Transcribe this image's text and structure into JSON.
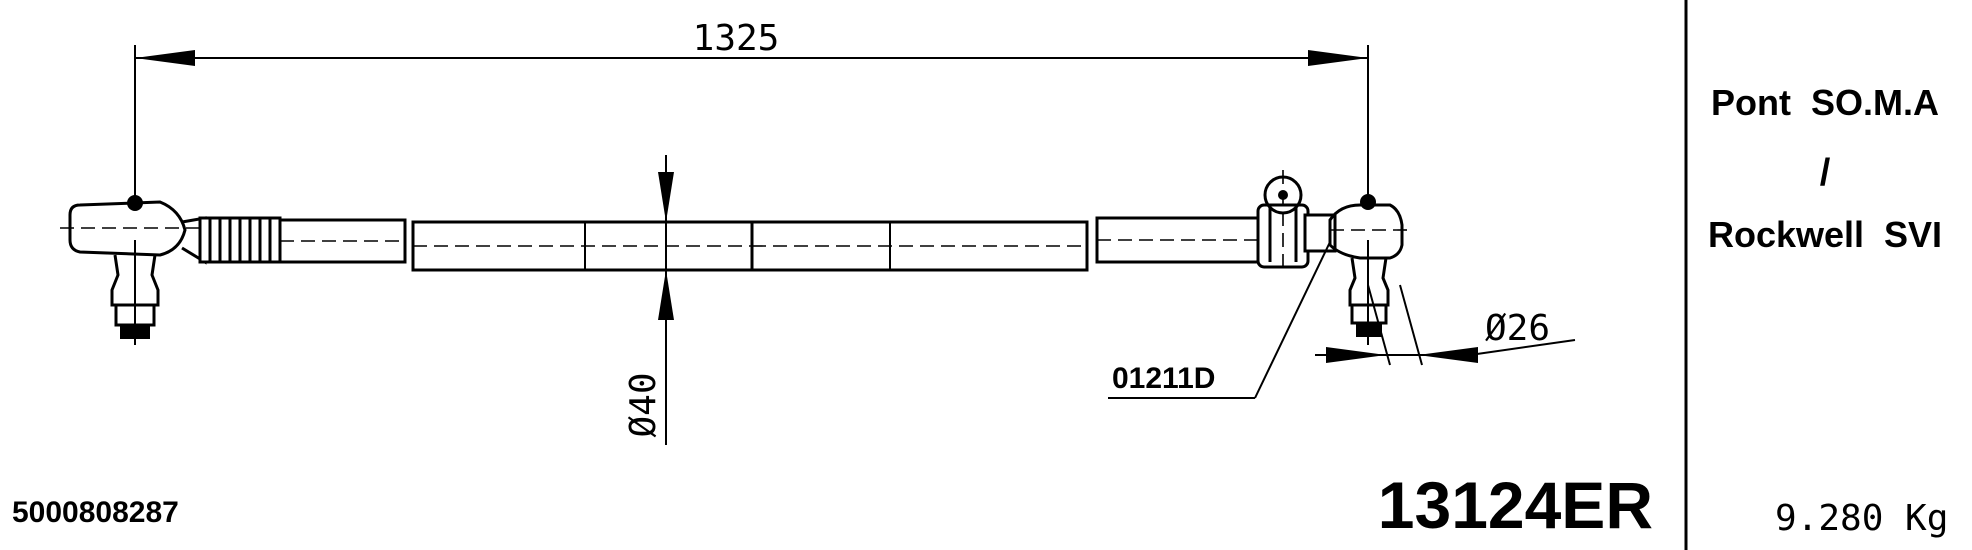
{
  "dimensions": {
    "overall_length": "1325",
    "tube_diameter": "Ø40",
    "ball_diameter": "Ø26"
  },
  "callout_part": "01211D",
  "article_number": "5000808287",
  "part_number": "13124ER",
  "application": {
    "line1": "Pont  SO.M.A",
    "line2": "/",
    "line3": "Rockwell  SVI"
  },
  "weight": "9.280 Kg"
}
